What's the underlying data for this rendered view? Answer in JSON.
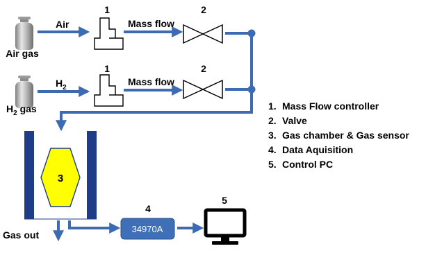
{
  "colors": {
    "pipe": "#3c6bb4",
    "chamber_wall": "#1f3c88",
    "chamber_fill": "#ffffff",
    "sensor_fill": "#ffff00",
    "daq_fill": "#3f6fb6",
    "daq_text": "#ffffff",
    "ink": "#000000"
  },
  "sources": {
    "air": {
      "label": "Air gas",
      "line_label": "Air"
    },
    "h2": {
      "label_main": "H",
      "label_sub": "2",
      "label_tail": " gas",
      "line_label_main": "H",
      "line_label_sub": "2"
    }
  },
  "line_labels": {
    "mass_flow": "Mass flow"
  },
  "numbers": {
    "mfc": "1",
    "valve": "2",
    "chamber": "3",
    "daq": "4",
    "pc": "5"
  },
  "daq": {
    "model": "34970A"
  },
  "outlet": {
    "label": "Gas out"
  },
  "legend": [
    {
      "num": "1.",
      "text": "Mass Flow controller"
    },
    {
      "num": "2.",
      "text": "Valve"
    },
    {
      "num": "3.",
      "text": "Gas chamber & Gas sensor"
    },
    {
      "num": "4.",
      "text": "Data Aquisition"
    },
    {
      "num": "5.",
      "text": "Control PC"
    }
  ]
}
